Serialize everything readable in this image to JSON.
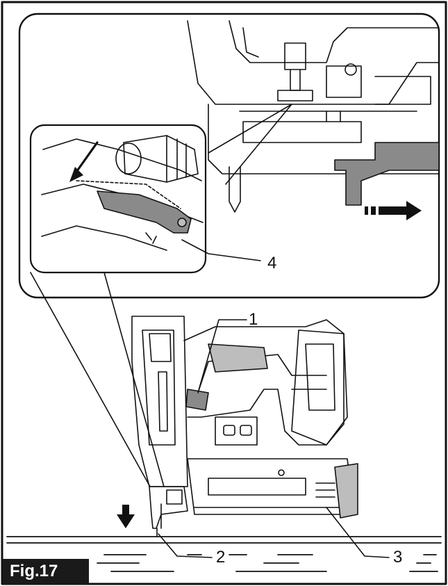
{
  "figure": {
    "label": "Fig.17",
    "callouts": [
      "1",
      "2",
      "3",
      "4"
    ]
  },
  "colors": {
    "line": "#111111",
    "part_highlight": "#8a8a8a",
    "part_light": "#bdbdbd",
    "label_bg": "#1a1a1a"
  },
  "icons": [
    "down-arrow-icon",
    "right-arrow-icon"
  ]
}
